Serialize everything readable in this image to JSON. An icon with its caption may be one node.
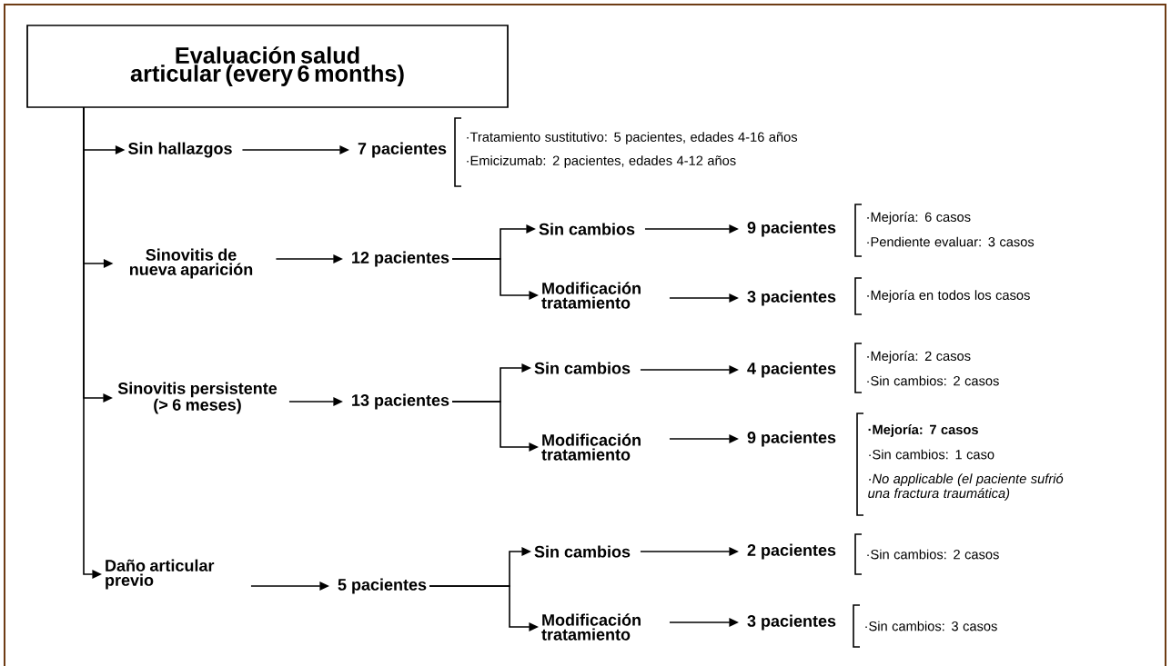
{
  "diagram": {
    "nodes": [
      {
        "text": [
          "Evaluación salud articular (every 6 months)"
        ]
      },
      {
        "text": [
          "Sin hallazgos"
        ]
      },
      {
        "text": [
          "7 pacientes"
        ],
        "beside": [
          "·Tratamiento sustitutivo: 5 pacientes, edades 4-16 años",
          "·Emicizumab: 2 pacientes, edades 4-12 años"
        ]
      },
      {
        "text": [
          "Sinovitis de nueva aparición"
        ]
      },
      {
        "text": [
          "12 pacientes"
        ]
      },
      {
        "text": [
          "Sin cambios"
        ]
      },
      {
        "text": [
          "9 pacientes"
        ],
        "beside": [
          "·Mejoría: 6 casos",
          "·Pendiente evaluar: 3 casos"
        ]
      },
      {
        "text": [
          "Modificación tratamiento"
        ]
      },
      {
        "text": [
          "3 pacientes"
        ],
        "beside": [
          "·Mejoría en todos los casos"
        ]
      },
      {
        "text": [
          "Sinovitis persistente (> 6 meses)"
        ]
      },
      {
        "text": [
          "13 pacientes"
        ]
      },
      {
        "text": [
          "Sin cambios"
        ]
      },
      {
        "text": [
          "4 pacientes"
        ],
        "beside": [
          "·Mejoría: 2 casos",
          "·Sin cambios: 2 casos"
        ]
      },
      {
        "text": [
          "Modificación tratamiento"
        ]
      },
      {
        "text": [
          "9 pacientes"
        ],
        "beside": [
          "·Mejoría: 7 casos",
          "·Sin cambios: 1 caso",
          "·No applicable (el paciente sufrió una fractura traumática)"
        ]
      },
      {
        "text": [
          "Daño articular previo"
        ]
      },
      {
        "text": [
          "5 pacientes"
        ]
      },
      {
        "text": [
          "Sin cambios"
        ]
      },
      {
        "text": [
          "2 pacientes"
        ],
        "beside": [
          "·Sin cambios: 2 casos"
        ]
      },
      {
        "text": [
          "Modificación tratamiento"
        ]
      },
      {
        "text": [
          "3 pacientes"
        ],
        "beside": [
          "·Sin cambios: 3 casos"
        ]
      }
    ],
    "edges": [
      {
        "from": 0,
        "to": 1,
        "arrow": "to"
      },
      {
        "from": 0,
        "to": 3,
        "arrow": "to"
      },
      {
        "from": 0,
        "to": 9,
        "arrow": "to"
      },
      {
        "from": 0,
        "to": 15,
        "arrow": "to"
      },
      {
        "from": 1,
        "to": 2,
        "arrow": "to"
      },
      {
        "from": 3,
        "to": 4,
        "arrow": "to"
      },
      {
        "from": 4,
        "to": 5,
        "arrow": "to"
      },
      {
        "from": 4,
        "to": 7,
        "arrow": "to"
      },
      {
        "from": 5,
        "to": 6,
        "arrow": "to"
      },
      {
        "from": 7,
        "to": 8,
        "arrow": "to"
      },
      {
        "from": 9,
        "to": 10,
        "arrow": "to"
      },
      {
        "from": 10,
        "to": 11,
        "arrow": "to"
      },
      {
        "from": 10,
        "to": 13,
        "arrow": "to"
      },
      {
        "from": 11,
        "to": 12,
        "arrow": "to"
      },
      {
        "from": 13,
        "to": 14,
        "arrow": "to"
      },
      {
        "from": 15,
        "to": 16,
        "arrow": "to"
      },
      {
        "from": 16,
        "to": 17,
        "arrow": "to"
      },
      {
        "from": 16,
        "to": 19,
        "arrow": "to"
      },
      {
        "from": 17,
        "to": 18,
        "arrow": "to"
      },
      {
        "from": 19,
        "to": 20,
        "arrow": "to"
      }
    ]
  }
}
